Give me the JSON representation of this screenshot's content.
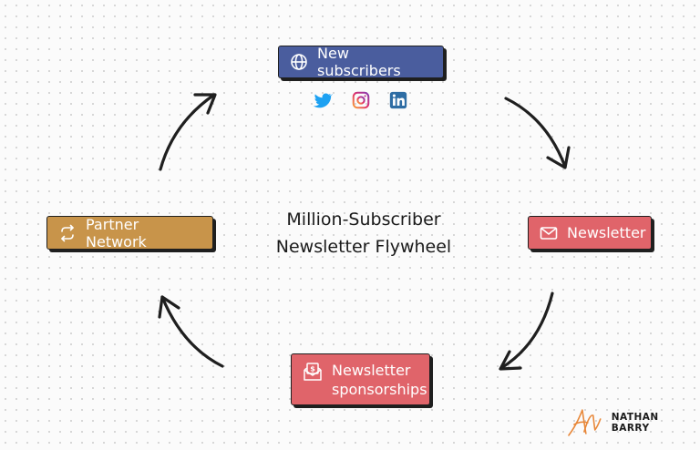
{
  "center": {
    "line1": "Million-Subscriber",
    "line2": "Newsletter Flywheel"
  },
  "nodes": {
    "new_subscribers": {
      "label": "New subscribers",
      "color": "#4a5d9e",
      "icon": "globe-icon"
    },
    "newsletter": {
      "label": "Newsletter",
      "color": "#e0646a",
      "icon": "envelope-icon"
    },
    "sponsorships": {
      "line1": "Newsletter",
      "line2": "sponsorships",
      "color": "#e0646a",
      "icon": "money-envelope-icon"
    },
    "partner_network": {
      "label": "Partner Network",
      "color": "#c8944a",
      "icon": "refresh-icon"
    }
  },
  "social_icons": [
    "twitter-icon",
    "instagram-icon",
    "linkedin-icon"
  ],
  "brand": {
    "name": "NATHAN BARRY",
    "accent": "#e8883a"
  }
}
